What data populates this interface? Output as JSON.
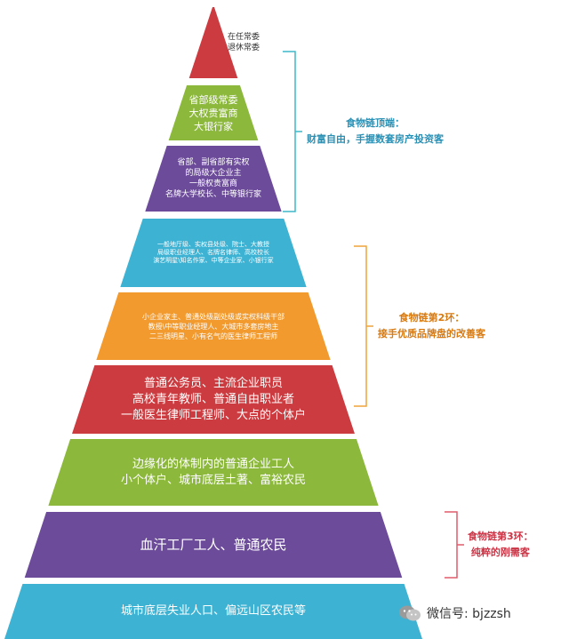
{
  "colors": {
    "red": "#cc3b3f",
    "green": "#8cb83c",
    "purple": "#6c4b9a",
    "blue": "#3eb2d3",
    "orange": "#f29a2e",
    "bracket_blue": "#3fb7c9",
    "bracket_orange": "#f0a43c",
    "bracket_red": "#e05b6a",
    "label_blue": "#2a91b5",
    "label_orange": "#d97a10",
    "label_red": "#cc3344"
  },
  "layers": [
    {
      "color": "red",
      "lines": [
        "在任常委",
        "退休常委"
      ],
      "font_size": 9,
      "text_color": "#333333"
    },
    {
      "color": "green",
      "lines": [
        "省部级常委",
        "大权贵富商",
        "大银行家"
      ],
      "font_size": 11
    },
    {
      "color": "purple",
      "lines": [
        "省部、副省部有实权",
        "的局级大企业主",
        "一般权贵富商",
        "名牌大学校长、中等银行家"
      ],
      "font_size": 9
    },
    {
      "color": "blue",
      "lines": [
        "一般地厅级、实权县处级、院士、大教授",
        "局级职业经理人、名牌名律师、高校校长",
        "演艺明星\\知名作家、中等企业家、小银行家"
      ],
      "font_size": 7
    },
    {
      "color": "orange",
      "lines": [
        "小企业家主、普通处级副处级或实权科级干部",
        "教授\\中等职业经理人、大城市多套房地主",
        "二三线明星、小有名气的医生律师工程师"
      ],
      "font_size": 8
    },
    {
      "color": "red",
      "lines": [
        "普通公务员、主流企业职员",
        "高校青年教师、普通自由职业者",
        "一般医生律师工程师、大点的个体户"
      ],
      "font_size": 13
    },
    {
      "color": "green",
      "lines": [
        "边缘化的体制内的普通企业工人",
        "小个体户、城市底层土著、富裕农民"
      ],
      "font_size": 13
    },
    {
      "color": "purple",
      "lines": [
        "血汗工厂工人、普通农民"
      ],
      "font_size": 15
    },
    {
      "color": "blue",
      "lines": [
        "城市底层失业人口、偏远山区农民等"
      ],
      "font_size": 13
    }
  ],
  "annotations": [
    {
      "color": "bracket_blue",
      "text_color": "label_blue",
      "lines": [
        "食物链顶端：",
        "财富自由，手握数套房产投资客"
      ]
    },
    {
      "color": "bracket_orange",
      "text_color": "label_orange",
      "lines": [
        "食物链第2环：",
        "接手优质品牌盘的改善客"
      ]
    },
    {
      "color": "bracket_red",
      "text_color": "label_red",
      "lines": [
        "食物链第3环：",
        "纯粹的刚需客"
      ]
    }
  ],
  "watermark": {
    "text": "微信号: bjzzsh",
    "icon": "wechat-icon"
  }
}
